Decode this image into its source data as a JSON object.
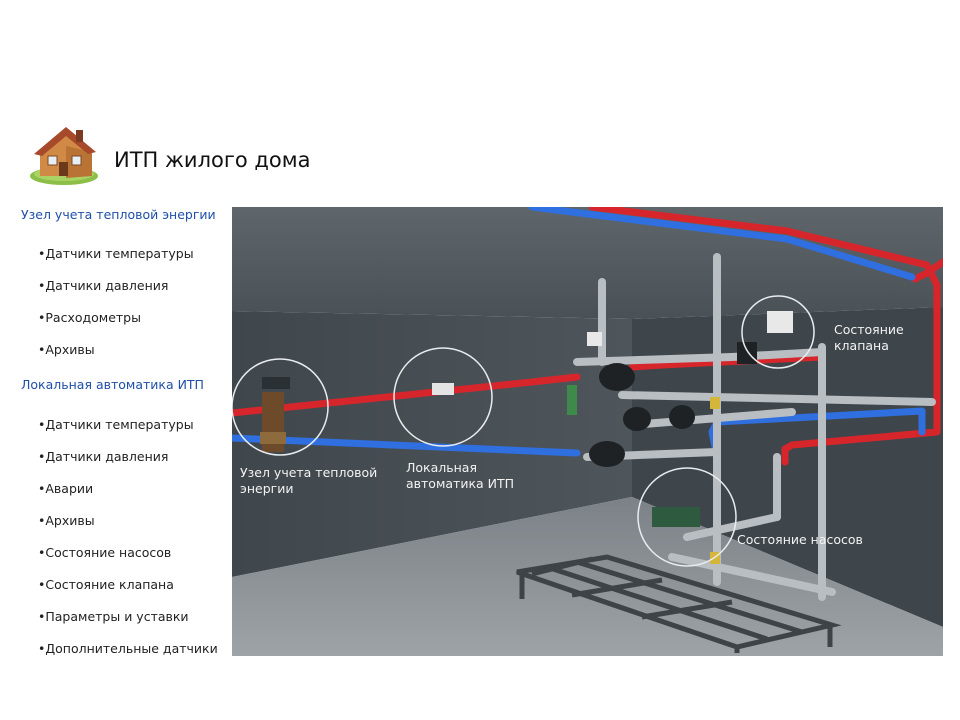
{
  "header": {
    "title": "ИТП жилого дома",
    "icon": "house-icon"
  },
  "sidebar": {
    "sections": [
      {
        "heading": "Узел учета тепловой энергии",
        "items": [
          "•Датчики температуры",
          "•Датчики давления",
          "•Расходометры",
          "•Архивы"
        ]
      },
      {
        "heading": "Локальная автоматика ИТП",
        "items": [
          "•Датчики температуры",
          "•Датчики давления",
          "•Аварии",
          "•Архивы",
          "•Состояние насосов",
          "•Состояние клапана",
          "•Параметры и уставки",
          "•Дополнительные датчики"
        ]
      }
    ]
  },
  "diagram": {
    "labels": {
      "heat_meter": [
        "Узел учета тепловой",
        "энергии"
      ],
      "local_automation": [
        "Локальная",
        "автоматика ИТП"
      ],
      "valve_state": [
        "Состояние",
        "клапана"
      ],
      "pump_state": "Состояние насосов"
    }
  },
  "colors": {
    "heading": "#1f4fa8",
    "supply_pipe": "#d7262b",
    "return_pipe": "#2f6fe0",
    "room_wall": "#474e53",
    "room_floor": "#8d9296"
  }
}
